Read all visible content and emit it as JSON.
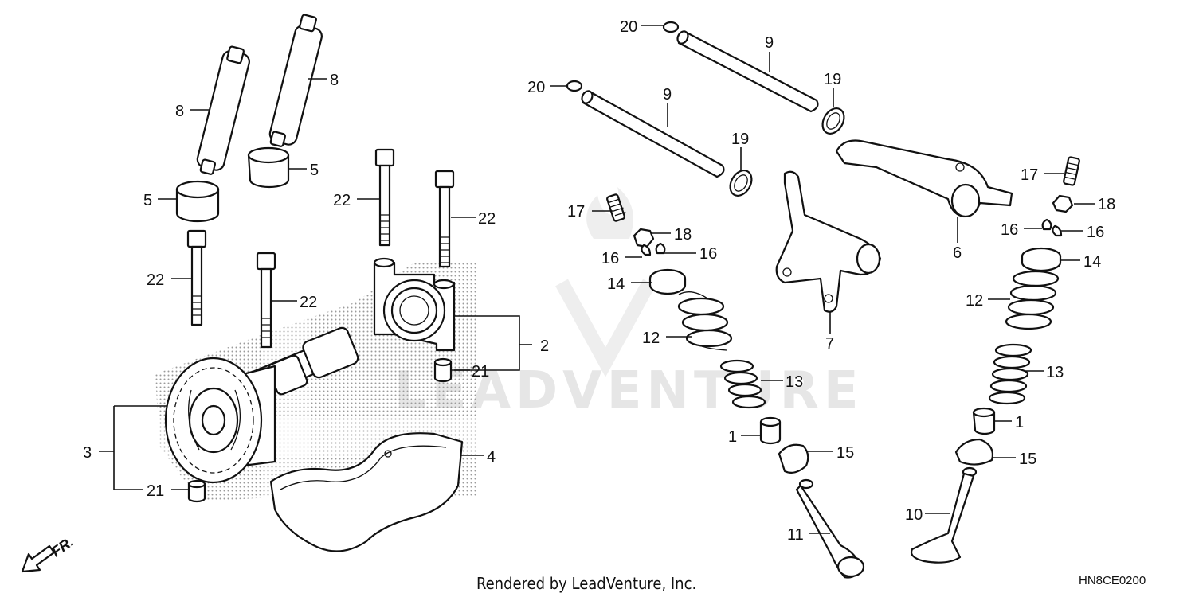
{
  "diagram": {
    "callouts": {
      "c1a": "1",
      "c1b": "1",
      "c2": "2",
      "c3": "3",
      "c4": "4",
      "c5a": "5",
      "c5b": "5",
      "c6": "6",
      "c7": "7",
      "c8a": "8",
      "c8b": "8",
      "c9a": "9",
      "c9b": "9",
      "c10": "10",
      "c11": "11",
      "c12a": "12",
      "c12b": "12",
      "c13a": "13",
      "c13b": "13",
      "c14a": "14",
      "c14b": "14",
      "c15a": "15",
      "c15b": "15",
      "c16a": "16",
      "c16b": "16",
      "c16c": "16",
      "c16d": "16",
      "c17a": "17",
      "c17b": "17",
      "c18a": "18",
      "c18b": "18",
      "c19a": "19",
      "c19b": "19",
      "c20a": "20",
      "c20b": "20",
      "c21a": "21",
      "c21b": "21",
      "c22a": "22",
      "c22b": "22",
      "c22c": "22",
      "c22d": "22"
    },
    "direction_label": "FR.",
    "watermark": "LEADVENTURE",
    "footer_text": "Rendered by LeadVenture, Inc.",
    "diagram_code": "HN8CE0200"
  }
}
